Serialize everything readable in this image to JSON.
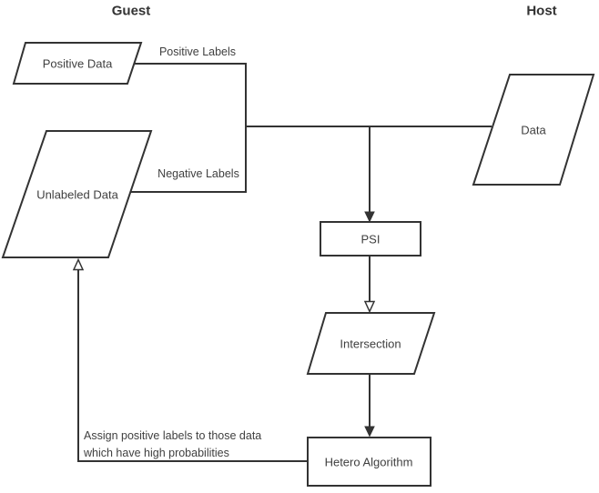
{
  "titles": {
    "guest": "Guest",
    "host": "Host"
  },
  "nodes": {
    "positive_data": {
      "label": "Positive Data",
      "shape": "parallelogram",
      "region": "guest"
    },
    "unlabeled_data": {
      "label": "Unlabeled Data",
      "shape": "parallelogram",
      "region": "guest"
    },
    "data": {
      "label": "Data",
      "shape": "parallelogram",
      "region": "host"
    },
    "psi": {
      "label": "PSI",
      "shape": "rectangle"
    },
    "intersection": {
      "label": "Intersection",
      "shape": "parallelogram"
    },
    "hetero_algorithm": {
      "label": "Hetero Algorithm",
      "shape": "rectangle"
    }
  },
  "edge_labels": {
    "positive": "Positive Labels",
    "negative": "Negative Labels",
    "feedback": {
      "line1": "Assign positive labels to those data",
      "line2": "which have high probabilities"
    }
  },
  "colors": {
    "stroke": "#333333",
    "text": "#404040",
    "background": "#ffffff"
  }
}
